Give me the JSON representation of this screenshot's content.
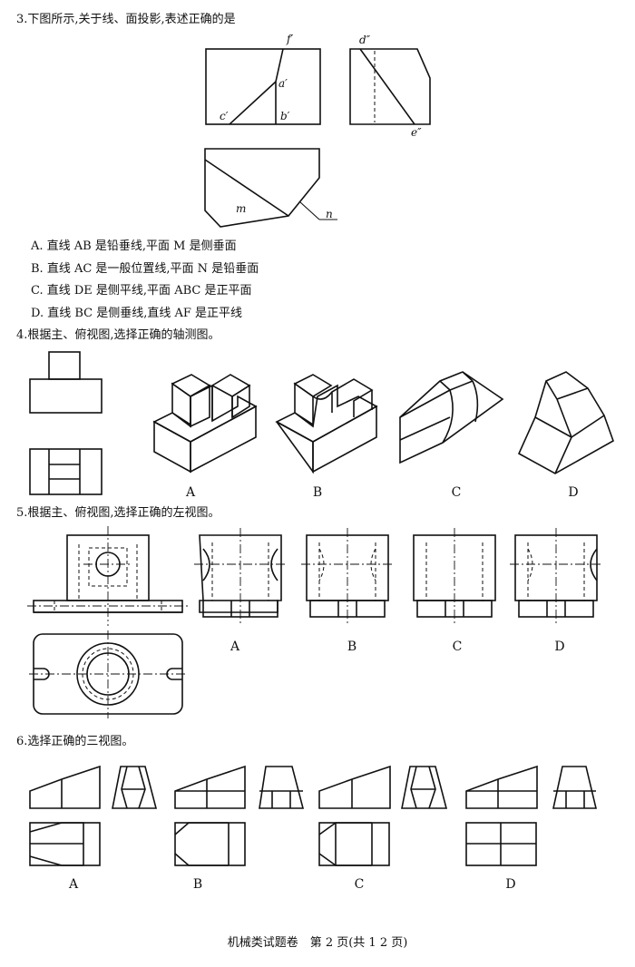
{
  "q3": {
    "stem": "3.下图所示,关于线、面投影,表述正确的是",
    "point_labels": {
      "f": "f′",
      "a": "a′",
      "c": "c′",
      "b": "b′",
      "d": "d″",
      "e": "e″",
      "m": "m",
      "n": "n"
    },
    "options": [
      "A. 直线 AB 是铅垂线,平面 M 是侧垂面",
      "B. 直线 AC 是一般位置线,平面 N 是铅垂面",
      "C. 直线 DE 是侧平线,平面 ABC 是正平面",
      "D. 直线 BC 是侧垂线,直线 AF 是正平线"
    ]
  },
  "q4": {
    "stem": "4.根据主、俯视图,选择正确的轴测图。",
    "choices": [
      "A",
      "B",
      "C",
      "D"
    ]
  },
  "q5": {
    "stem": "5.根据主、俯视图,选择正确的左视图。",
    "choices": [
      "A",
      "B",
      "C",
      "D"
    ]
  },
  "q6": {
    "stem": "6.选择正确的三视图。",
    "choices": [
      "A",
      "B",
      "C",
      "D"
    ]
  },
  "footer": "机械类试题卷　第 2 页(共 1 2 页)"
}
